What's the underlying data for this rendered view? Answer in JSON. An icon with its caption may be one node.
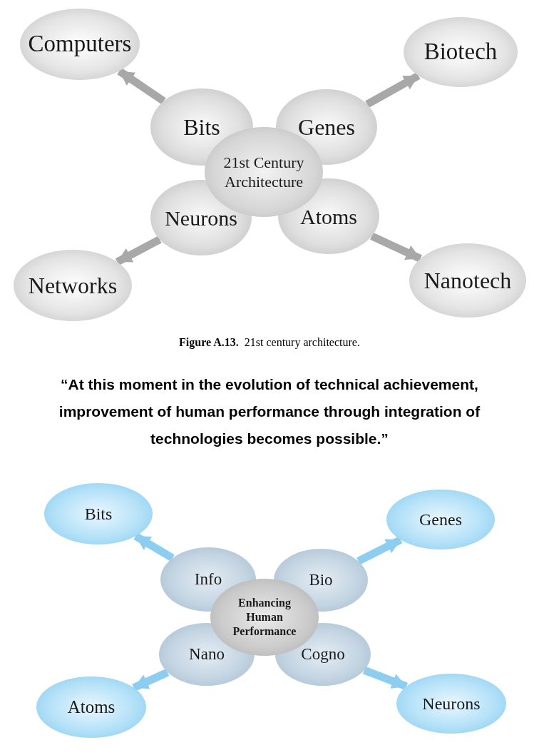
{
  "diagram": {
    "caption": "**Figure A.13.**  21st century architecture.",
    "nodes": [
      {
        "text": [
          "Computers"
        ]
      },
      {
        "text": [
          "Biotech"
        ]
      },
      {
        "text": [
          "Bits"
        ]
      },
      {
        "text": [
          "Genes"
        ]
      },
      {
        "text": [
          "21st Century Architecture"
        ]
      },
      {
        "text": [
          "Neurons"
        ]
      },
      {
        "text": [
          "Atoms"
        ]
      },
      {
        "text": [
          "Networks"
        ]
      },
      {
        "text": [
          "Nanotech"
        ]
      },
      {
        "text": [
          "Bits"
        ]
      },
      {
        "text": [
          "Genes"
        ]
      },
      {
        "text": [
          "Info"
        ]
      },
      {
        "text": [
          "Bio"
        ]
      },
      {
        "text": [
          "Enhancing Human Performance"
        ]
      },
      {
        "text": [
          "Nano"
        ]
      },
      {
        "text": [
          "Cogno"
        ]
      },
      {
        "text": [
          "Atoms"
        ]
      },
      {
        "text": [
          "Neurons"
        ]
      }
    ],
    "edges": [
      {
        "from": 2,
        "to": 0,
        "arrow": "to"
      },
      {
        "from": 3,
        "to": 1,
        "arrow": "to"
      },
      {
        "from": 5,
        "to": 7,
        "arrow": "to"
      },
      {
        "from": 6,
        "to": 8,
        "arrow": "to"
      },
      {
        "from": 11,
        "to": 9,
        "arrow": "to",
        "color": "#8ccdf0"
      },
      {
        "from": 12,
        "to": 10,
        "arrow": "to",
        "color": "#8ccdf0"
      },
      {
        "from": 14,
        "to": 16,
        "arrow": "to",
        "color": "#8ccdf0"
      },
      {
        "from": 15,
        "to": 17,
        "arrow": "to",
        "color": "#8ccdf0"
      }
    ],
    "labels": [
      "“At this moment in the evolution of technical achievement, improvement of human performance through integration of technologies becomes possible.”"
    ]
  }
}
